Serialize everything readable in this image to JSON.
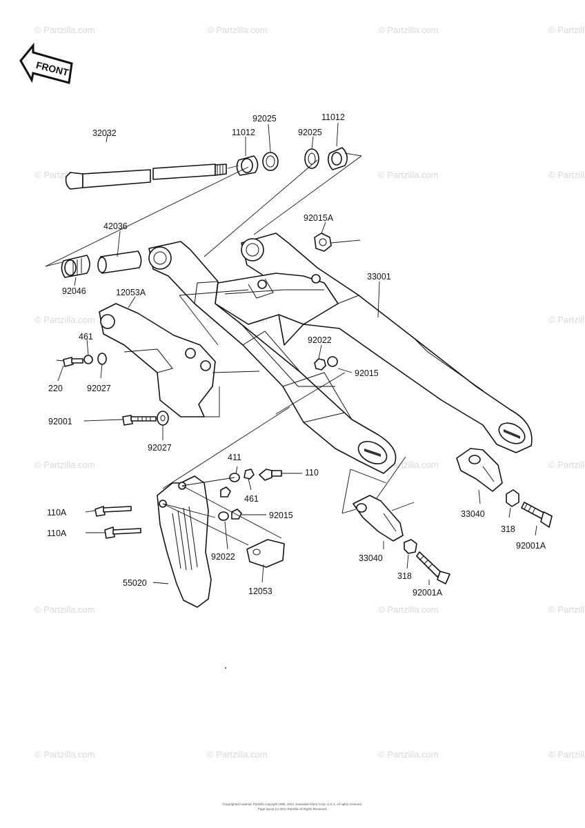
{
  "front_label": "FRONT",
  "watermark": "© Partzilla.com",
  "footer": [
    "Copyrighted material: Partzilla copyright 1985, 2021, Kawasaki Motor Corp. U.S.A. All rights reserved.",
    "Page layout (c) 2021 Partzilla All Rights Reserved."
  ],
  "parts": {
    "p32032": "32032",
    "p11012a": "11012",
    "p92025a": "92025",
    "p92025b": "92025",
    "p11012b": "11012",
    "p42036": "42036",
    "p92046": "92046",
    "p92015A": "92015A",
    "p33001": "33001",
    "p12053A": "12053A",
    "p461a": "461",
    "p220": "220",
    "p92027a": "92027",
    "p92022a": "92022",
    "p92015a": "92015",
    "p92001": "92001",
    "p92027b": "92027",
    "p411": "411",
    "p110": "110",
    "p461b": "461",
    "p110Aa": "110A",
    "p92015b": "92015",
    "p110Ab": "110A",
    "p92022b": "92022",
    "p33040a": "33040",
    "p318a": "318",
    "p92001Aa": "92001A",
    "p33040b": "33040",
    "p318b": "318",
    "p92001Ab": "92001A",
    "p55020": "55020",
    "p12053": "12053"
  }
}
